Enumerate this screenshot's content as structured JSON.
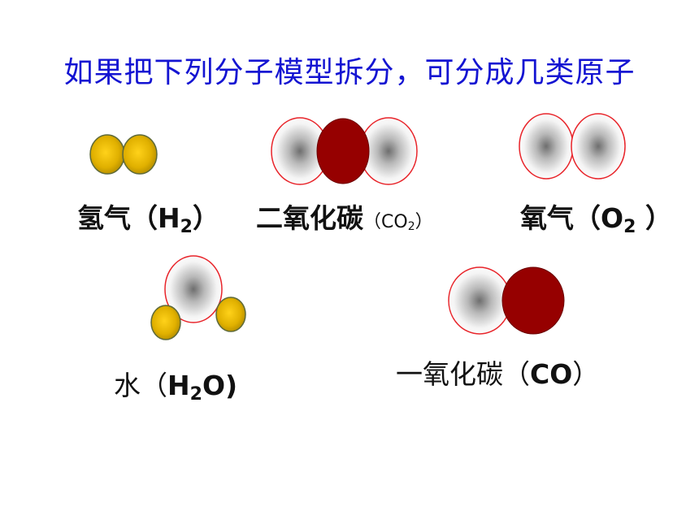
{
  "question": "如果把下列分子模型拆分，可分成几类原子",
  "molecules": {
    "h2": {
      "name": "氢气",
      "open": "（",
      "element": "H",
      "sub": "2",
      "close": "）"
    },
    "co2": {
      "name": "二氧化碳",
      "open": "（",
      "element": "CO",
      "sub": "2",
      "close": "）"
    },
    "o2": {
      "name": "氧气",
      "open": "（",
      "element": "O",
      "sub": "2",
      "close": " ）"
    },
    "h2o": {
      "name": "水",
      "open": "（",
      "element": "H",
      "sub": "2",
      "after": "O)"
    },
    "co": {
      "name": "一氧化碳",
      "open": "（",
      "element": "CO",
      "close": "）"
    }
  },
  "colors": {
    "hydrogen_fill": "#e3b400",
    "hydrogen_edge": "#6d5a10",
    "carbon_fill": "#960000",
    "oxygen_center": "#7a7a7a",
    "oxygen_edge": "#e8242a",
    "title": "#1414d2"
  }
}
